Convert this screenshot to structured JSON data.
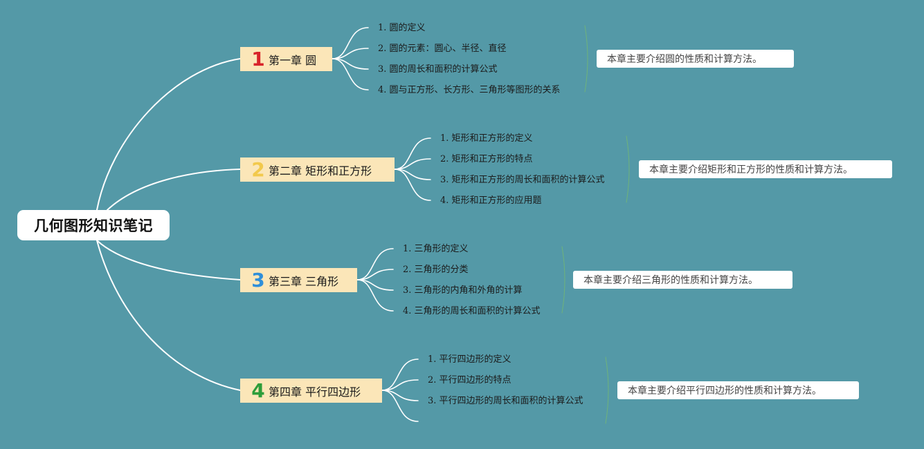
{
  "root": {
    "title": "几何图形知识笔记"
  },
  "colors": {
    "background": "#5499a7",
    "chapter_fill": "#fbe6b8",
    "num_1": "#d8232a",
    "num_2": "#f2c94c",
    "num_3": "#2f8fd9",
    "num_4": "#2e9d3a"
  },
  "chapters": [
    {
      "num": "1",
      "title": "第一章 圆",
      "items": [
        "1. 圆的定义",
        "2. 圆的元素：圆心、半径、直径",
        "3. 圆的周长和面积的计算公式",
        "4. 圆与正方形、长方形、三角形等图形的关系"
      ],
      "summary": "本章主要介绍圆的性质和计算方法。"
    },
    {
      "num": "2",
      "title": "第二章 矩形和正方形",
      "items": [
        "1. 矩形和正方形的定义",
        "2. 矩形和正方形的特点",
        "3. 矩形和正方形的周长和面积的计算公式",
        "4. 矩形和正方形的应用题"
      ],
      "summary": "本章主要介绍矩形和正方形的性质和计算方法。"
    },
    {
      "num": "3",
      "title": "第三章 三角形",
      "items": [
        "1. 三角形的定义",
        "2. 三角形的分类",
        "3. 三角形的内角和外角的计算",
        "4. 三角形的周长和面积的计算公式"
      ],
      "summary": "本章主要介绍三角形的性质和计算方法。"
    },
    {
      "num": "4",
      "title": "第四章 平行四边形",
      "items": [
        "1. 平行四边形的定义",
        "2. 平行四边形的特点",
        "3. 平行四边形的周长和面积的计算公式",
        ""
      ],
      "summary": "本章主要介绍平行四边形的性质和计算方法。"
    }
  ]
}
